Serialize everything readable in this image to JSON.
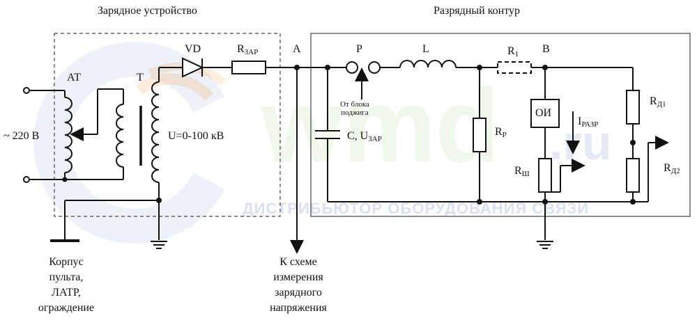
{
  "watermark": {
    "logo_main": "wmd",
    "logo_suffix": ".ru",
    "subtitle": "ДИСТРИБЬЮТОР ОБОРУДОВАНИЯ СВЯЗИ"
  },
  "sections": {
    "charger_title": "Зарядное устройство",
    "discharge_title": "Разрядный контур"
  },
  "labels": {
    "AT": "АТ",
    "T": "Т",
    "VD": "VD",
    "R_zar_main": "R",
    "R_zar_sub": "ЗАР",
    "A": "А",
    "P": "Р",
    "L": "L",
    "R1_main": "R",
    "R1_sub": "1",
    "B": "В",
    "supply": "~ 220 В",
    "voltage": "U=0-100 кВ",
    "ignition": "От блока\nподжига",
    "C_main": "С, U",
    "C_sub": "ЗАР",
    "Rp_main": "R",
    "Rp_sub": "Р",
    "OI": "ОИ",
    "I_main": "I",
    "I_sub": "РАЗР",
    "Rsh_main": "R",
    "Rsh_sub": "Ш",
    "Rd1_main": "R",
    "Rd1_sub": "Д1",
    "Rd2_main": "R",
    "Rd2_sub": "Д2",
    "housing": "Корпус\nпульта,\nЛАТР,\nограждение",
    "measure": "К схеме\nизмерения\nзарядного\nнапряжения"
  },
  "colors": {
    "line": "#111111",
    "box_border": "#333333",
    "watermark_green": "#8fcf6a",
    "watermark_blue": "#6f88c8"
  }
}
